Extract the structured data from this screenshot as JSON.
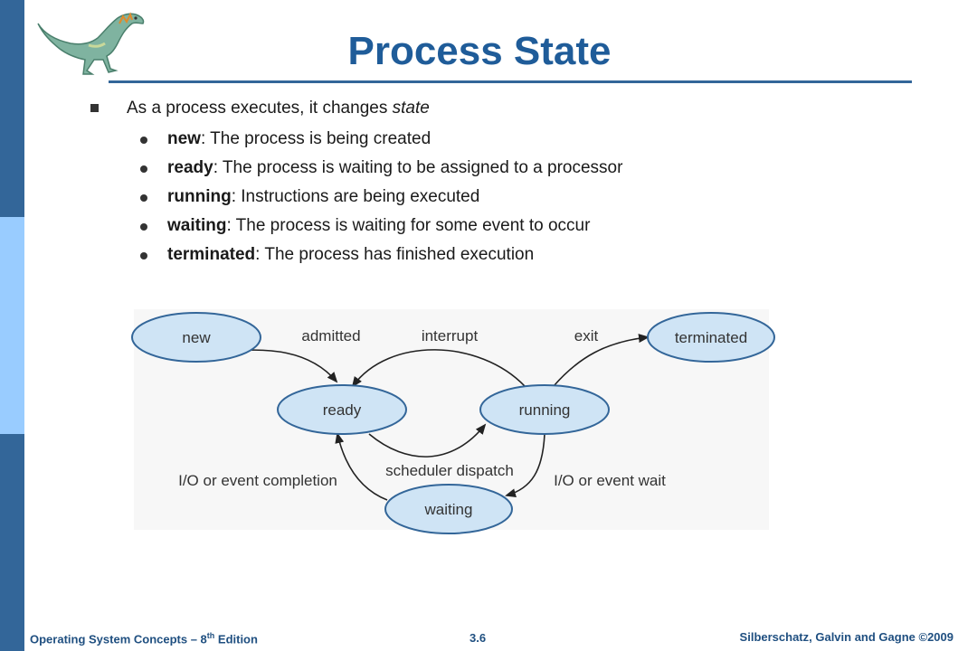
{
  "slide": {
    "title": "Process State",
    "main_point": {
      "prefix": "As a process executes, it changes ",
      "emphasis": "state"
    },
    "states": [
      {
        "term": "new",
        "desc": ":  The process is being created"
      },
      {
        "term": "ready",
        "desc": ":  The process is waiting to be assigned to a processor"
      },
      {
        "term": "running",
        "desc": ":  Instructions are being executed"
      },
      {
        "term": "waiting",
        "desc": ":  The process is waiting for some event to occur"
      },
      {
        "term": "terminated",
        "desc": ":  The process has finished execution"
      }
    ]
  },
  "diagram": {
    "nodes": {
      "new": "new",
      "ready": "ready",
      "running": "running",
      "waiting": "waiting",
      "terminated": "terminated"
    },
    "edges": {
      "admitted": "admitted",
      "interrupt": "interrupt",
      "exit": "exit",
      "scheduler_dispatch": "scheduler dispatch",
      "io_completion": "I/O or event completion",
      "io_wait": "I/O or event wait"
    },
    "node_fill": "#cfe4f5",
    "node_stroke": "#336699"
  },
  "footer": {
    "left_prefix": "Operating System Concepts – 8",
    "left_sup": "th",
    "left_suffix": " Edition",
    "center": "3.6",
    "right": "Silberschatz, Galvin and Gagne ©2009"
  }
}
